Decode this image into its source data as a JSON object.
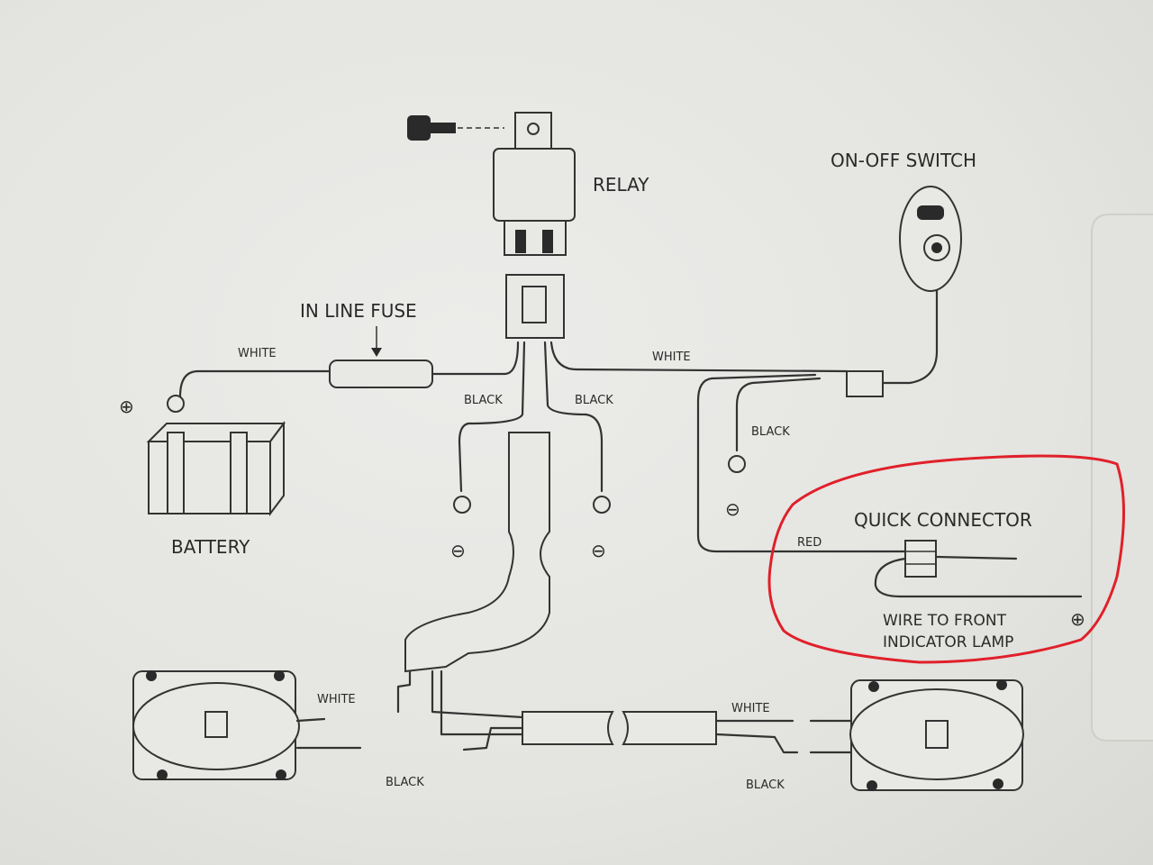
{
  "diagram": {
    "relay_label": "RELAY",
    "switch_label": "ON-OFF SWITCH",
    "fuse_label": "IN LINE FUSE",
    "battery_label": "BATTERY",
    "wire_labels": {
      "white_battery": "WHITE",
      "white_switch": "WHITE",
      "white_left_lamp": "WHITE",
      "white_right_lamp": "WHITE",
      "black_left": "BLACK",
      "black_center": "BLACK",
      "black_switch": "BLACK",
      "black_left_lamp": "BLACK",
      "black_right_lamp": "BLACK",
      "red": "RED"
    },
    "quick_connector_label": "QUICK CONNECTOR",
    "indicator_label_line1": "WIRE TO FRONT",
    "indicator_label_line2": "INDICATOR LAMP",
    "symbols": {
      "positive": "⊕",
      "negative": "⊖"
    },
    "highlight_color": "#e0202a"
  }
}
